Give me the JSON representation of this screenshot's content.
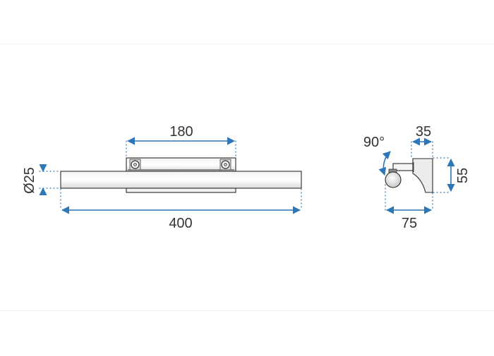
{
  "front_view": {
    "dim_length": "400",
    "dim_mount_width": "180",
    "dim_diameter": "Ø25"
  },
  "side_view": {
    "dim_rotation": "90°",
    "dim_depth_base": "35",
    "dim_depth_total": "75",
    "dim_height": "55"
  },
  "colors": {
    "dimension": "#2d76b8",
    "outline": "#2b2b2b",
    "text": "#333333"
  }
}
